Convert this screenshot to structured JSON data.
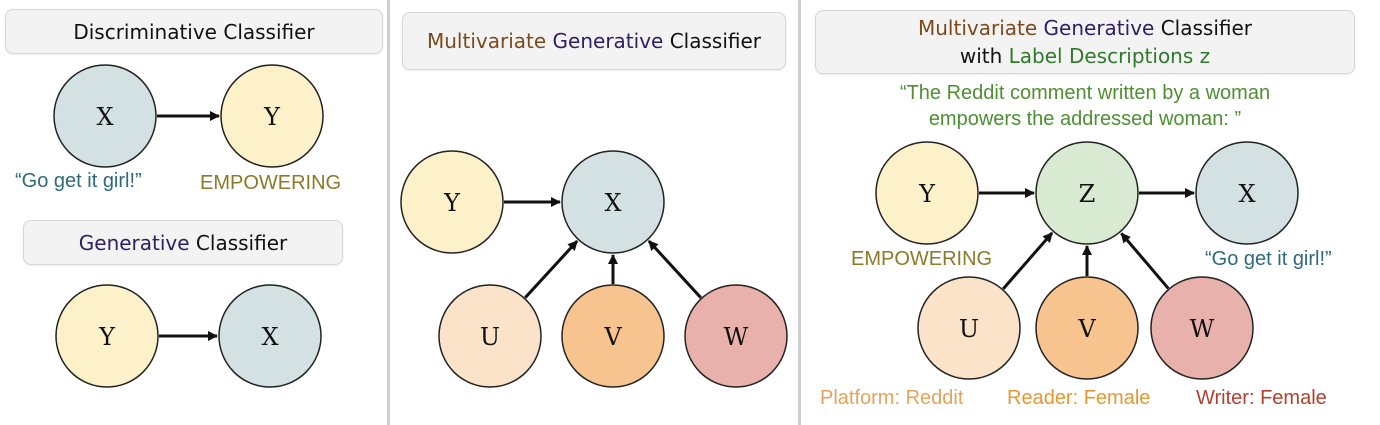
{
  "colors": {
    "node_x": "#d3e1e3",
    "node_y": "#fdf1c9",
    "node_z": "#d8ebd2",
    "node_u": "#fbe3c9",
    "node_v": "#f7c48f",
    "node_w": "#e8b1ab",
    "multivariate_text": "#7a4a1c",
    "generative_text": "#2d1f63",
    "label_desc_text": "#2f7a2a"
  },
  "panel1": {
    "discriminative_title": "Discriminative Classifier",
    "generative_title": {
      "part1": "Generative",
      "part2": " Classifier"
    },
    "nodes": {
      "x": "X",
      "y": "Y"
    },
    "example_text": "“Go get it girl!”",
    "label_text": "EMPOWERING"
  },
  "panel2": {
    "title": {
      "part1": "Multivariate",
      "part2": " Generative",
      "part3": " Classifier"
    },
    "nodes": {
      "y": "Y",
      "x": "X",
      "u": "U",
      "v": "V",
      "w": "W"
    }
  },
  "panel3": {
    "title_line1": {
      "part1": "Multivariate",
      "part2": " Generative",
      "part3": " Classifier"
    },
    "title_line2": {
      "part1": "with ",
      "part2": "Label Descriptions z"
    },
    "description_line1": "“The Reddit comment written by a woman",
    "description_line2": "empowers the addressed woman: ”",
    "nodes": {
      "y": "Y",
      "z": "Z",
      "x": "X",
      "u": "U",
      "v": "V",
      "w": "W"
    },
    "label_text": "EMPOWERING",
    "example_text": "“Go get it girl!”",
    "platform_text": "Platform: Reddit",
    "reader_text": "Reader: Female",
    "writer_text": "Writer: Female"
  }
}
